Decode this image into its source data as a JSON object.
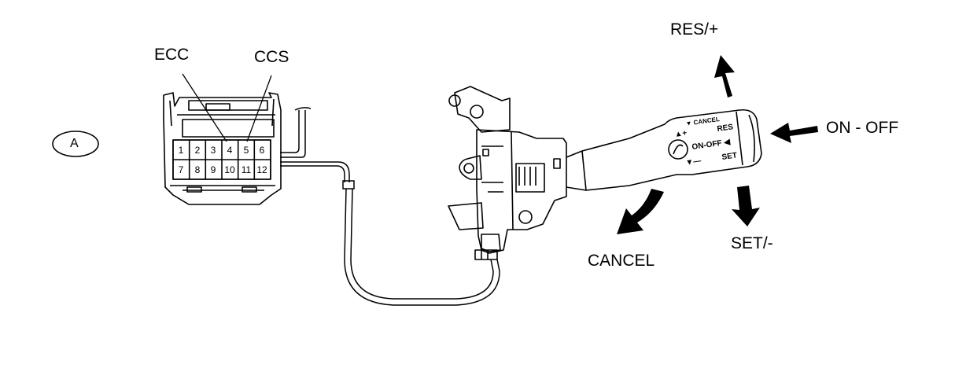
{
  "labels": {
    "view": "A",
    "ecc": "ECC",
    "ccs": "CCS",
    "res_plus": "RES/+",
    "on_off": "ON - OFF",
    "set_minus": "SET/-",
    "cancel": "CANCEL"
  },
  "connector_pins": {
    "top_row": [
      "1",
      "2",
      "3",
      "4",
      "5",
      "6"
    ],
    "bottom_row": [
      "7",
      "8",
      "9",
      "10",
      "11",
      "12"
    ]
  },
  "lever_markings": {
    "cancel": "▼ CANCEL",
    "res": "RES",
    "plus": "▲+",
    "on_off": "ON-OFF ◀",
    "minus": "▼—",
    "set": "SET"
  }
}
